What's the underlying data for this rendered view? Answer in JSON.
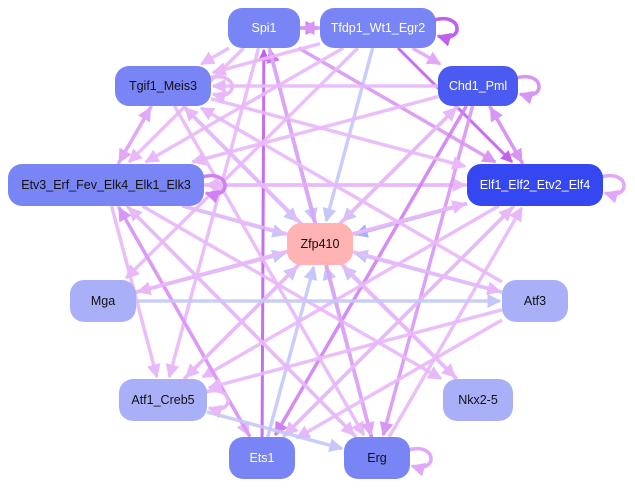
{
  "colors": {
    "edge_light_violet": "#e8b8f8",
    "edge_mid_violet": "#d896f4",
    "edge_strong_violet": "#c060ee",
    "edge_blue": "#c4c8f8",
    "node_target": "#ffb3b3",
    "node_dark": "#3b4df0",
    "node_medium": "#5a68f2",
    "node_light": "#7a85f5",
    "node_pale": "#aab0f8"
  },
  "nodes": [
    {
      "id": "spi1",
      "label": "Spi1",
      "fill": "#7a85f5",
      "text": "#ffffff"
    },
    {
      "id": "tfdp1",
      "label": "Tfdp1_Wt1_Egr2",
      "fill": "#7a85f5",
      "text": "#ffffff"
    },
    {
      "id": "tgif1",
      "label": "Tgif1_Meis3",
      "fill": "#7a85f5",
      "text": "#111111"
    },
    {
      "id": "chd1",
      "label": "Chd1_Pml",
      "fill": "#4b5bf2",
      "text": "#ffffff"
    },
    {
      "id": "etv3",
      "label": "Etv3_Erf_Fev_Elk4_Elk1_Elk3",
      "fill": "#7a85f5",
      "text": "#111111"
    },
    {
      "id": "elf1",
      "label": "Elf1_Elf2_Etv2_Elf4",
      "fill": "#3547f0",
      "text": "#ffffff"
    },
    {
      "id": "zfp410",
      "label": "Zfp410",
      "fill": "#ffb3b3",
      "text": "#111111"
    },
    {
      "id": "mga",
      "label": "Mga",
      "fill": "#aab0f8",
      "text": "#111111"
    },
    {
      "id": "atf3",
      "label": "Atf3",
      "fill": "#aab0f8",
      "text": "#111111"
    },
    {
      "id": "atf1",
      "label": "Atf1_Creb5",
      "fill": "#aab0f8",
      "text": "#111111"
    },
    {
      "id": "nkx25",
      "label": "Nkx2-5",
      "fill": "#aab0f8",
      "text": "#111111"
    },
    {
      "id": "ets1",
      "label": "Ets1",
      "fill": "#7a85f5",
      "text": "#ffffff"
    },
    {
      "id": "erg",
      "label": "Erg",
      "fill": "#7a85f5",
      "text": "#111111"
    }
  ],
  "edges": [
    {
      "from": "spi1",
      "to": "zfp410",
      "color": "#c4c8f8"
    },
    {
      "from": "tfdp1",
      "to": "zfp410",
      "color": "#c4c8f8"
    },
    {
      "from": "tgif1",
      "to": "zfp410",
      "color": "#c4c8f8"
    },
    {
      "from": "chd1",
      "to": "zfp410",
      "color": "#c4c8f8"
    },
    {
      "from": "etv3",
      "to": "zfp410",
      "color": "#c4c8f8"
    },
    {
      "from": "elf1",
      "to": "zfp410",
      "color": "#a8b0f6"
    },
    {
      "from": "mga",
      "to": "zfp410",
      "color": "#c4c8f8"
    },
    {
      "from": "atf3",
      "to": "zfp410",
      "color": "#c4c8f8"
    },
    {
      "from": "atf1",
      "to": "zfp410",
      "color": "#c4c8f8"
    },
    {
      "from": "nkx25",
      "to": "zfp410",
      "color": "#c4c8f8"
    },
    {
      "from": "ets1",
      "to": "zfp410",
      "color": "#c4c8f8"
    },
    {
      "from": "erg",
      "to": "zfp410",
      "color": "#c4c8f8"
    },
    {
      "from": "ets1",
      "to": "spi1",
      "color": "#c060ee"
    },
    {
      "from": "erg",
      "to": "spi1",
      "color": "#c878f0"
    },
    {
      "from": "tfdp1",
      "to": "elf1",
      "color": "#c060ee"
    },
    {
      "from": "spi1",
      "to": "elf1",
      "color": "#d896f4"
    },
    {
      "from": "spi1",
      "to": "tfdp1",
      "color": "#d080f2"
    },
    {
      "from": "tfdp1",
      "to": "spi1",
      "color": "#d896f4"
    },
    {
      "from": "tfdp1",
      "to": "chd1",
      "color": "#e0a8f6"
    },
    {
      "from": "chd1",
      "to": "elf1",
      "color": "#d896f4"
    },
    {
      "from": "elf1",
      "to": "chd1",
      "color": "#d896f4"
    },
    {
      "from": "tgif1",
      "to": "etv3",
      "color": "#e0a8f6"
    },
    {
      "from": "etv3",
      "to": "tgif1",
      "color": "#e0a8f6"
    },
    {
      "from": "etv3",
      "to": "elf1",
      "color": "#e8b8f8"
    },
    {
      "from": "elf1",
      "to": "etv3",
      "color": "#e8b8f8"
    },
    {
      "from": "chd1",
      "to": "ets1",
      "color": "#d080f2"
    },
    {
      "from": "chd1",
      "to": "erg",
      "color": "#d896f4"
    },
    {
      "from": "elf1",
      "to": "atf1",
      "color": "#e8b8f8"
    },
    {
      "from": "elf1",
      "to": "mga",
      "color": "#e8b8f8"
    },
    {
      "from": "etv3",
      "to": "ets1",
      "color": "#e8b8f8"
    },
    {
      "from": "etv3",
      "to": "erg",
      "color": "#e8b8f8"
    },
    {
      "from": "etv3",
      "to": "nkx25",
      "color": "#e8b8f8"
    },
    {
      "from": "etv3",
      "to": "atf3",
      "color": "#e8b8f8"
    },
    {
      "from": "tgif1",
      "to": "elf1",
      "color": "#e8b8f8"
    },
    {
      "from": "tgif1",
      "to": "erg",
      "color": "#e8b8f8"
    },
    {
      "from": "spi1",
      "to": "etv3",
      "color": "#e8b8f8"
    },
    {
      "from": "spi1",
      "to": "atf1",
      "color": "#e8b8f8"
    },
    {
      "from": "spi1",
      "to": "erg",
      "color": "#e0a8f6"
    },
    {
      "from": "tfdp1",
      "to": "etv3",
      "color": "#e8b8f8"
    },
    {
      "from": "tfdp1",
      "to": "tgif1",
      "color": "#e8b8f8"
    },
    {
      "from": "tfdp1",
      "to": "mga",
      "color": "#e8b8f8"
    },
    {
      "from": "chd1",
      "to": "etv3",
      "color": "#e8b8f8"
    },
    {
      "from": "chd1",
      "to": "tgif1",
      "color": "#e8b8f8"
    },
    {
      "from": "chd1",
      "to": "atf1",
      "color": "#e8b8f8"
    },
    {
      "from": "ets1",
      "to": "etv3",
      "color": "#d896f4"
    },
    {
      "from": "ets1",
      "to": "elf1",
      "color": "#e8b8f8"
    },
    {
      "from": "erg",
      "to": "etv3",
      "color": "#e8b8f8"
    },
    {
      "from": "erg",
      "to": "elf1",
      "color": "#e8b8f8"
    },
    {
      "from": "atf3",
      "to": "atf1",
      "color": "#e8b8f8"
    },
    {
      "from": "atf3",
      "to": "tgif1",
      "color": "#e8b8f8"
    },
    {
      "from": "atf3",
      "to": "ets1",
      "color": "#e8b8f8"
    },
    {
      "from": "mga",
      "to": "elf1",
      "color": "#e8b8f8"
    },
    {
      "from": "atf1",
      "to": "chd1",
      "color": "#e8b8f8"
    },
    {
      "from": "nkx25",
      "to": "tgif1",
      "color": "#e8b8f8"
    },
    {
      "from": "spi1",
      "to": "tgif1",
      "color": "#e8b8f8"
    },
    {
      "from": "tgif1",
      "to": "nkx25",
      "color": "#e8b8f8"
    },
    {
      "from": "elf1",
      "to": "ets1",
      "color": "#e8b8f8"
    },
    {
      "from": "etv3",
      "to": "atf1",
      "color": "#e8b8f8"
    },
    {
      "from": "mga",
      "to": "atf3",
      "color": "#c4c8f8"
    },
    {
      "from": "atf1",
      "to": "erg",
      "color": "#c4c8f8"
    }
  ],
  "self_loops": [
    {
      "node": "tfdp1",
      "color": "#c060ee"
    },
    {
      "node": "chd1",
      "color": "#d896f4"
    },
    {
      "node": "elf1",
      "color": "#e0a8f6"
    },
    {
      "node": "etv3",
      "color": "#d080f2"
    },
    {
      "node": "tgif1",
      "color": "#e8b8f8"
    },
    {
      "node": "erg",
      "color": "#e0a8f6"
    },
    {
      "node": "atf1",
      "color": "#e8b8f8"
    }
  ]
}
